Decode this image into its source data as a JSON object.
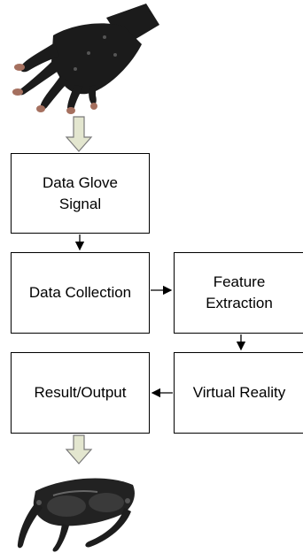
{
  "boxes": {
    "glove_signal": "Data Glove\nSignal",
    "data_collection": "Data Collection",
    "feature_extraction": "Feature\nExtraction",
    "result_output": "Result/Output",
    "virtual_reality": "Virtual Reality"
  },
  "colors": {
    "glove": "#1b1b1b",
    "skin": "#a5705f",
    "goggles": "#222222",
    "hollow_arrow_fill": "#e3e6cf",
    "hollow_arrow_stroke": "#7a7a7a"
  },
  "images": {
    "top": "data-glove-photo",
    "bottom": "vr-goggles-photo"
  }
}
